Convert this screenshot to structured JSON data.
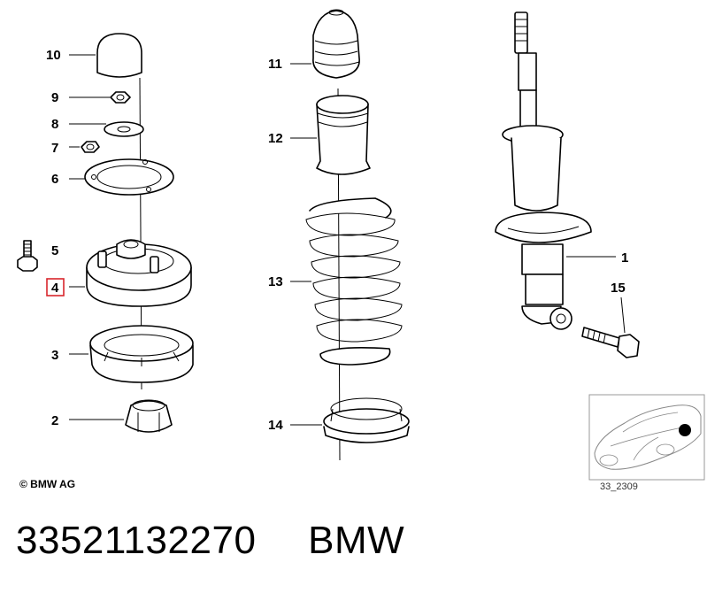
{
  "callouts": {
    "p10": "10",
    "p9": "9",
    "p8": "8",
    "p7": "7",
    "p6": "6",
    "p5": "5",
    "p4": "4",
    "p3": "3",
    "p2": "2",
    "p11": "11",
    "p12": "12",
    "p13": "13",
    "p14": "14",
    "p1": "1",
    "p15": "15"
  },
  "highlighted_part": "4",
  "highlight_color": "#d9262c",
  "copyright": "© BMW AG",
  "diagram_ref": "33_2309",
  "footer": {
    "part_number": "33521132270",
    "brand": "BMW"
  }
}
